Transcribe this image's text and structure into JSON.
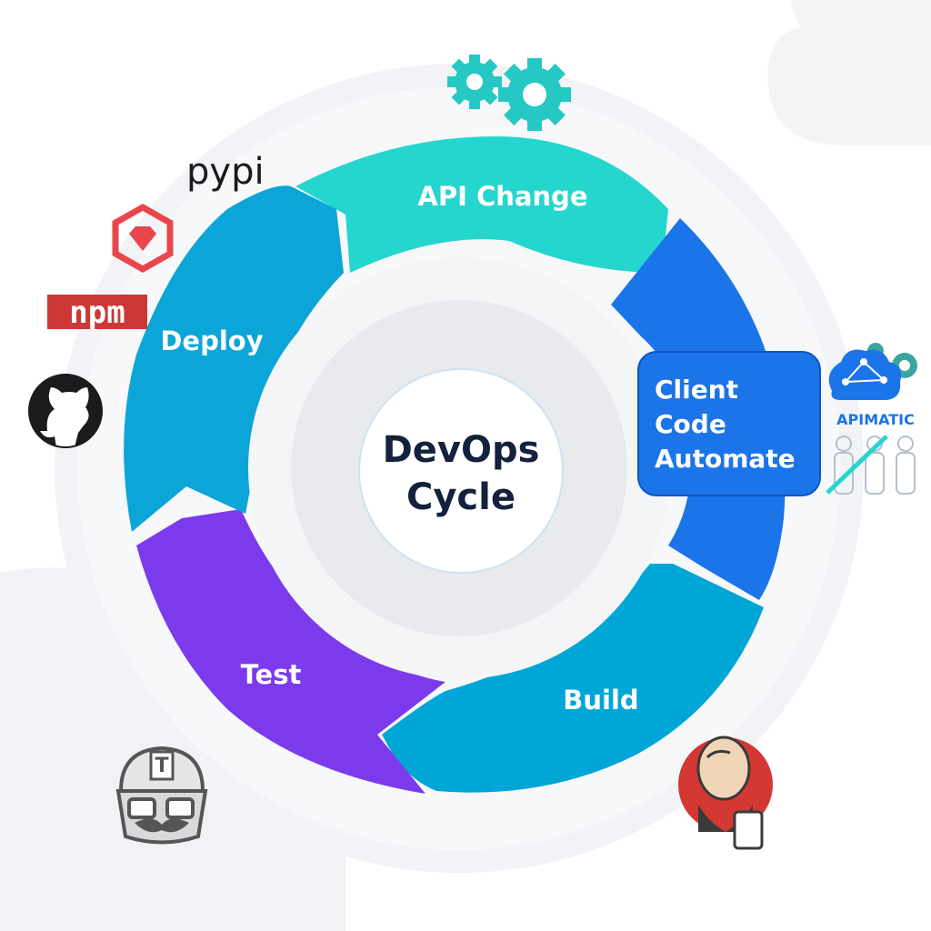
{
  "center": {
    "line1": "DevOps",
    "line2": "Cycle"
  },
  "stages": [
    {
      "id": "api-change",
      "label": "API Change",
      "color": "#25d6cf"
    },
    {
      "id": "client-code",
      "lines": [
        "Client",
        "Code",
        "Automate"
      ],
      "color": "#1c74e9"
    },
    {
      "id": "build",
      "label": "Build",
      "color": "#00a6d6"
    },
    {
      "id": "test",
      "label": "Test",
      "color": "#7c3aed"
    },
    {
      "id": "deploy",
      "label": "Deploy",
      "color": "#0ba5d8"
    }
  ],
  "logos": {
    "pypi": "pypi",
    "npm": "npm",
    "apimatic": "APIMATIC",
    "trevis_letter": "T"
  },
  "icons": [
    "gears-icon",
    "pypi-logo",
    "rubygems-logo",
    "npm-logo",
    "github-logo",
    "apimatic-logo",
    "jenkins-logo",
    "travis-logo"
  ],
  "colors": {
    "teal": "#25d6cf",
    "blue": "#1c74e9",
    "cyan": "#00a6d6",
    "purple": "#7c3aed",
    "ruby": "#e8464a",
    "npm": "#cb3837",
    "navy": "#14213d",
    "bg_ring": "#f1f3f6"
  }
}
